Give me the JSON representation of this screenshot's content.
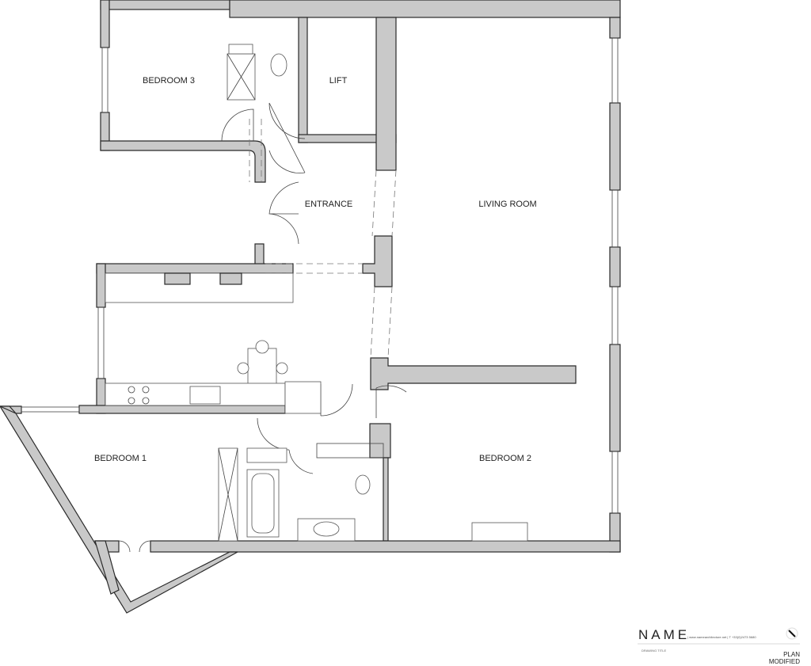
{
  "rooms": {
    "bedroom3": "BEDROOM 3",
    "lift": "LIFT",
    "entrance": "ENTRANCE",
    "living_room": "LIVING ROOM",
    "bedroom1": "BEDROOM 1",
    "bedroom2": "BEDROOM 2"
  },
  "title_block": {
    "logo": "NAME",
    "contact": "|  www.namearchitecture.net  |  T +33(0)2473 5680",
    "drawing_title_label": "DRAWING TITLE",
    "title_line1": "PLAN",
    "title_line2": "MODIFIED"
  },
  "colors": {
    "wall_fill": "#c9c9c9",
    "line": "#2a2a2a"
  }
}
